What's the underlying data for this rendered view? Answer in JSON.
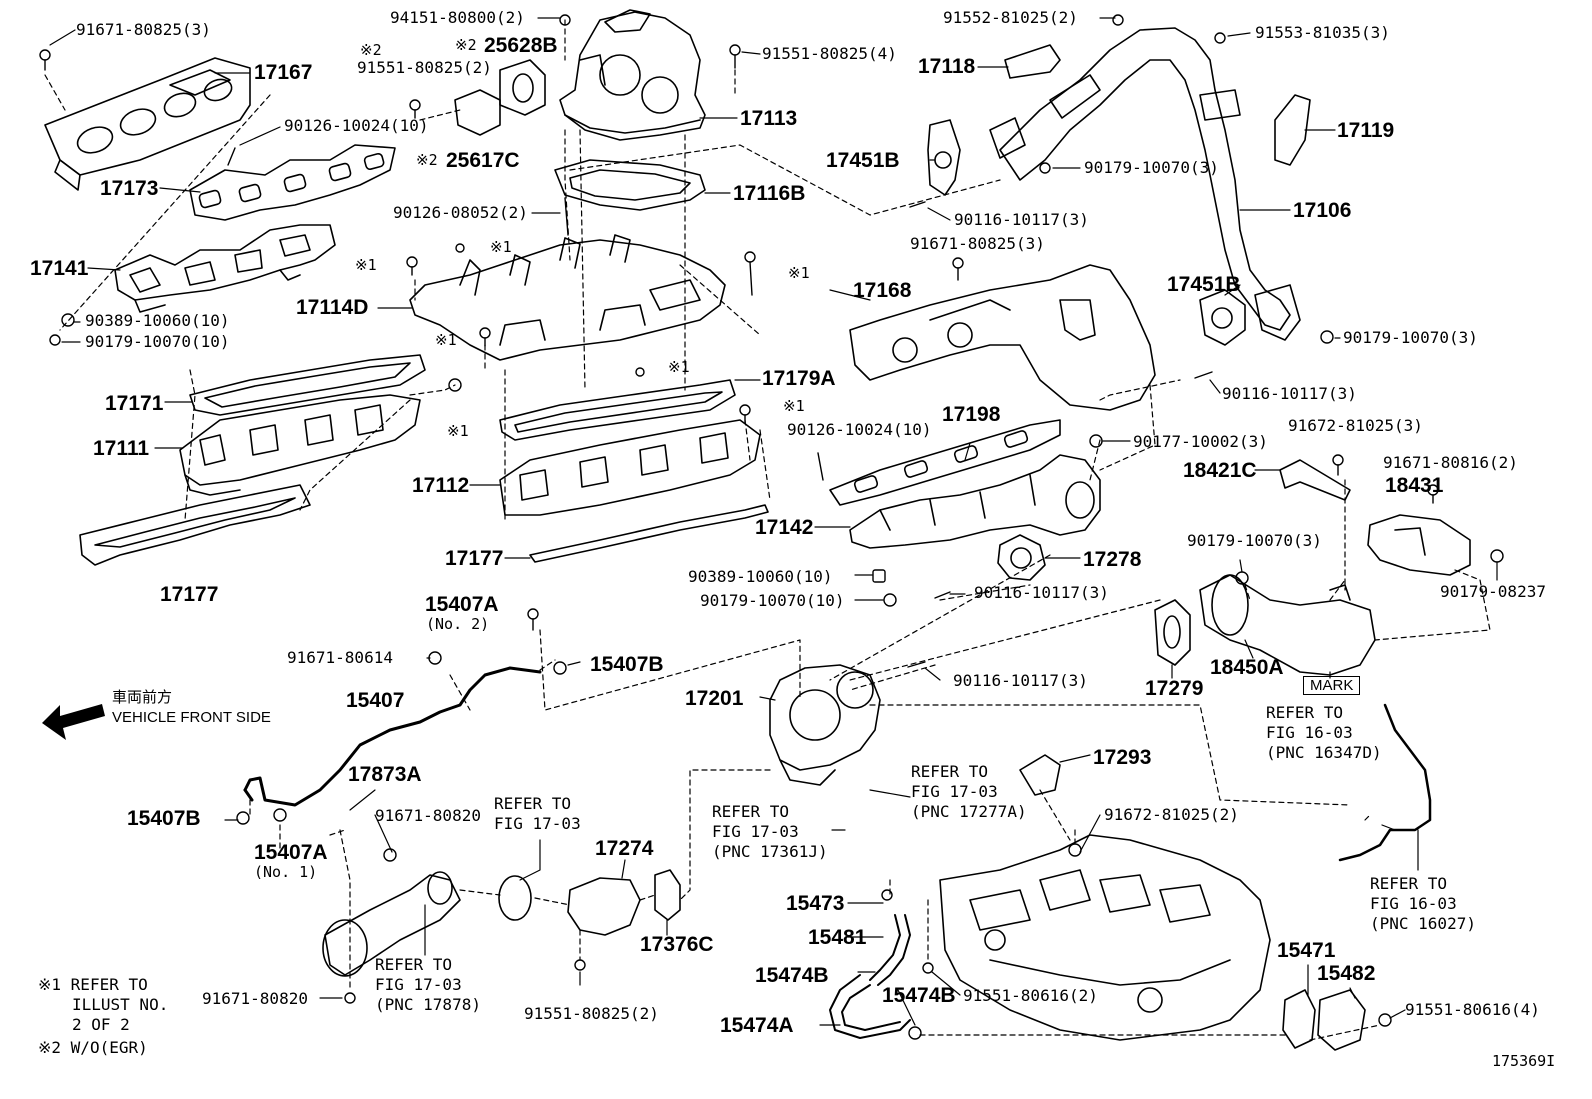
{
  "labels": {
    "p91671_80825_3_top": "91671-80825(3)",
    "p17167": "17167",
    "p94151_80800_2": "94151-80800(2)",
    "p25628B_note": "※2",
    "p25628B": "25628B",
    "p91551_80825_2_note": "※2",
    "p91551_80825_2": "91551-80825(2)",
    "p91551_80825_4": "91551-80825(4)",
    "p91552_81025_2": "91552-81025(2)",
    "p91553_81035_3": "91553-81035(3)",
    "p17118": "17118",
    "p17119": "17119",
    "p17113": "17113",
    "p90126_10024_10_a": "90126-10024(10)",
    "p25617C_note": "※2",
    "p25617C": "25617C",
    "p17451B_a": "17451B",
    "p90179_10070_3_a": "90179-10070(3)",
    "p17173": "17173",
    "p17116B": "17116B",
    "p90126_08052_2": "90126-08052(2)",
    "p90116_10117_3_a": "90116-10117(3)",
    "p17106": "17106",
    "p17141": "17141",
    "mark_x1_a": "※1",
    "mark_x1_b": "※1",
    "mark_x1_c": "※1",
    "p91671_80825_3_mid": "91671-80825(3)",
    "p17114D": "17114D",
    "p17168": "17168",
    "p17451B_b": "17451B",
    "p90389_10060_10_a": "90389-10060(10)",
    "p90179_10070_10_a": "90179-10070(10)",
    "mark_x1_d": "※1",
    "p90179_10070_3_b": "90179-10070(3)",
    "mark_x1_e": "※1",
    "p17179A": "17179A",
    "p17171": "17171",
    "p90116_10117_3_b": "90116-10117(3)",
    "mark_x1_f": "※1",
    "p17198": "17198",
    "p91672_81025_3": "91672-81025(3)",
    "p90126_10024_10_b": "90126-10024(10)",
    "p90177_10002_3": "90177-10002(3)",
    "mark_x1_g": "※1",
    "p17111": "17111",
    "p18421C": "18421C",
    "p91671_80816_2": "91671-80816(2)",
    "p18431": "18431",
    "p17112": "17112",
    "p17142": "17142",
    "p90179_10070_3_c": "90179-10070(3)",
    "p17177_a": "17177",
    "p17278": "17278",
    "p90179_08237": "90179-08237",
    "p90389_10060_10_b": "90389-10060(10)",
    "p17177_b": "17177",
    "p90179_10070_10_b": "90179-10070(10)",
    "p90116_10117_3_c": "90116-10117(3)",
    "p15407A_top": "15407A",
    "p15407A_top_no": "(No. 2)",
    "p18450A": "18450A",
    "p17279": "17279",
    "mark_box": "MARK",
    "p91671_80614": "91671-80614",
    "p15407B_a": "15407B",
    "p90116_10117_3_d": "90116-10117(3)",
    "front_jp": "車両前方",
    "front_en": "VEHICLE FRONT SIDE",
    "p15407": "15407",
    "p17201": "17201",
    "refer_16_03_a_1": "REFER TO",
    "refer_16_03_a_2": "FIG 16-03",
    "refer_16_03_a_3": "(PNC 16347D)",
    "p17293": "17293",
    "p17873A": "17873A",
    "refer_17_03_a_1": "REFER TO",
    "refer_17_03_a_2": "FIG 17-03",
    "refer_17_03_a_3": "(PNC 17277A)",
    "refer_17_03_b_1": "REFER TO",
    "refer_17_03_b_2": "FIG 17-03",
    "p15407B_b": "15407B",
    "p91671_80820_a": "91671-80820",
    "refer_17_03_c_1": "REFER TO",
    "refer_17_03_c_2": "FIG 17-03",
    "refer_17_03_c_3": "(PNC 17361J)",
    "p91672_81025_2": "91672-81025(2)",
    "p15407A_bot": "15407A",
    "p15407A_bot_no": "(No. 1)",
    "p17274": "17274",
    "refer_16_03_b_1": "REFER TO",
    "refer_16_03_b_2": "FIG 16-03",
    "refer_16_03_b_3": "(PNC 16027)",
    "p15473": "15473",
    "p15481": "15481",
    "p17376C": "17376C",
    "refer_17_03_d_1": "REFER TO",
    "refer_17_03_d_2": "FIG 17-03",
    "refer_17_03_d_3": "(PNC 17878)",
    "p15471": "15471",
    "p15474B_a": "15474B",
    "p15482": "15482",
    "note1_1": "※1 REFER TO",
    "note1_2": "ILLUST NO.",
    "note1_3": "2 OF 2",
    "p91671_80820_b": "91671-80820",
    "p15474B_b": "15474B",
    "p91551_80616_2": "91551-80616(2)",
    "p91551_80616_4": "91551-80616(4)",
    "p91551_80825_2_bot": "91551-80825(2)",
    "p15474A": "15474A",
    "note2": "※2 W/O(EGR)",
    "fig_id": "175369I"
  }
}
